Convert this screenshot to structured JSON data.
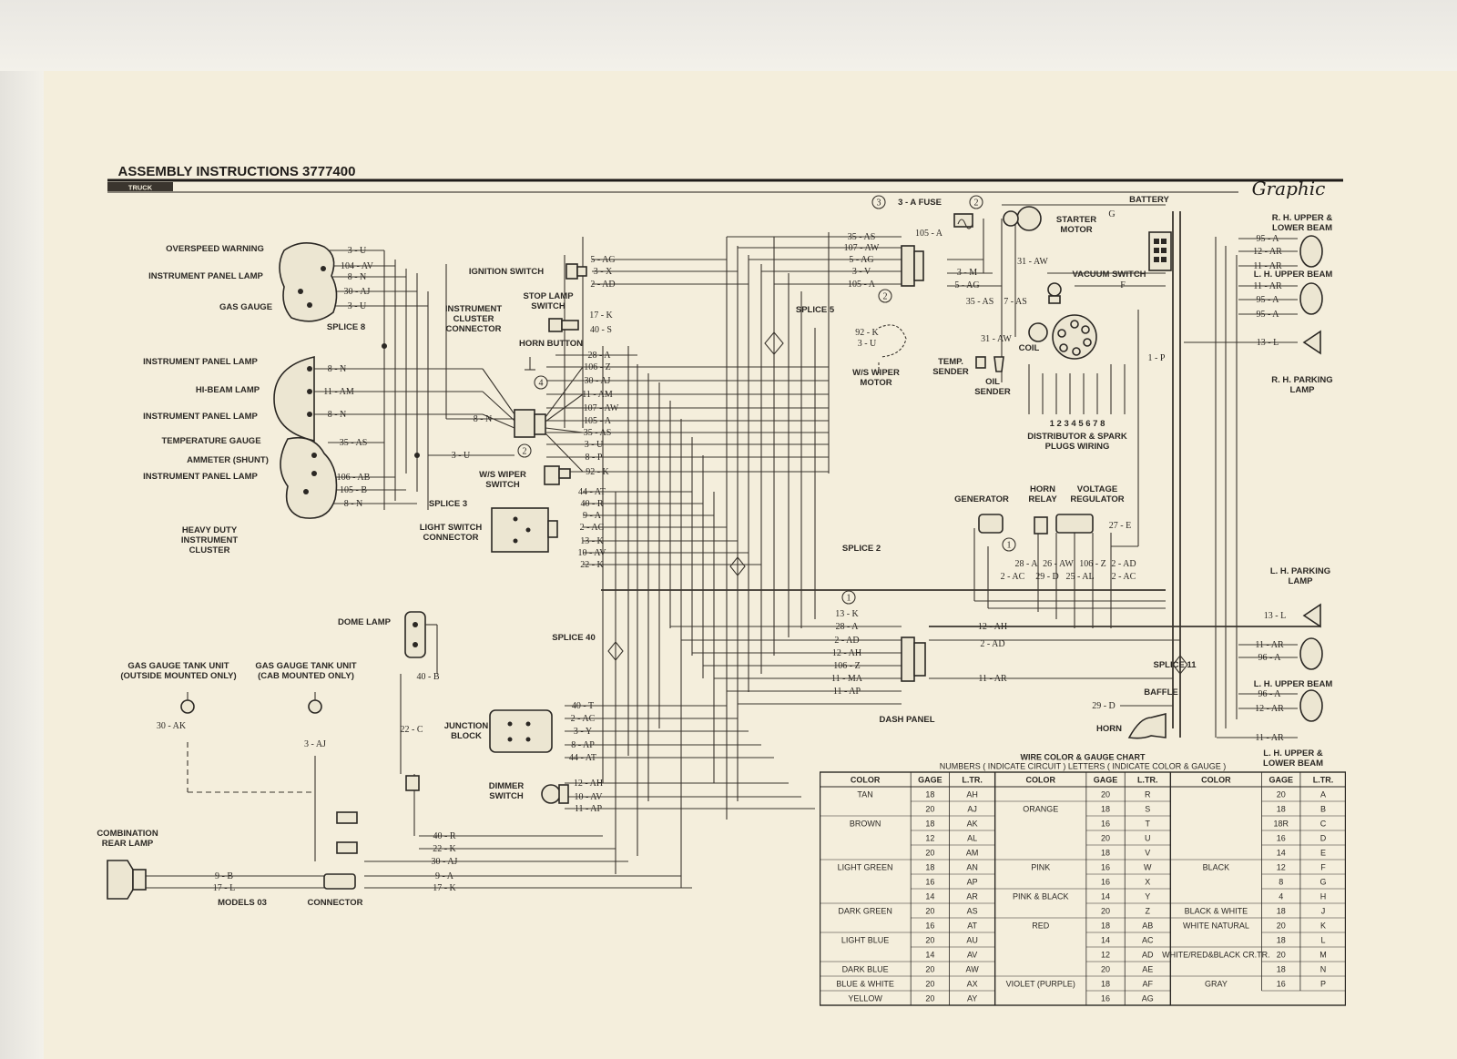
{
  "header": {
    "title": "ASSEMBLY INSTRUCTIONS 3777400",
    "section_tag": "TRUCK",
    "brand_signature": "Graphic"
  },
  "components": {
    "overspeed_warning": "OVERSPEED WARNING",
    "instrument_panel_lamp": "INSTRUMENT PANEL LAMP",
    "gas_gauge": "GAS GAUGE",
    "splice_8": "SPLICE 8",
    "hi_beam_lamp": "HI-BEAM LAMP",
    "temperature_gauge": "TEMPERATURE GAUGE",
    "ammeter_shunt": "AMMETER (SHUNT)",
    "heavy_duty_cluster": [
      "HEAVY DUTY",
      "INSTRUMENT",
      "CLUSTER"
    ],
    "splice_3": "SPLICE 3",
    "ignition_switch": "IGNITION SWITCH",
    "instrument_cluster_connector": [
      "INSTRUMENT",
      "CLUSTER",
      "CONNECTOR"
    ],
    "stop_lamp_switch": [
      "STOP LAMP",
      "SWITCH"
    ],
    "horn_button": "HORN BUTTON",
    "ws_wiper_switch": [
      "W/S WIPER",
      "SWITCH"
    ],
    "light_switch_connector": [
      "LIGHT SWITCH",
      "CONNECTOR"
    ],
    "splice_2": "SPLICE 2",
    "splice_5": "SPLICE 5",
    "ws_wiper_motor": [
      "W/S WIPER",
      "MOTOR"
    ],
    "fuse": "3 - A FUSE",
    "starter_motor": [
      "STARTER",
      "MOTOR"
    ],
    "battery": "BATTERY",
    "vacuum_switch": "VACUUM SWITCH",
    "coil": "COIL",
    "temp_sender": [
      "TEMP.",
      "SENDER"
    ],
    "oil_sender": [
      "OIL",
      "SENDER"
    ],
    "distributor": [
      "DISTRIBUTOR & SPARK",
      "PLUGS WIRING"
    ],
    "distributor_numbers": "1 2 3 4 5 6 7 8",
    "voltage_regulator": [
      "VOLTAGE",
      "REGULATOR"
    ],
    "horn_relay": [
      "HORN",
      "RELAY"
    ],
    "generator": "GENERATOR",
    "rh_upper_lower_beam": [
      "R. H. UPPER &",
      "LOWER BEAM"
    ],
    "lh_upper_beam_top": [
      "L. H. UPPER BEAM"
    ],
    "rh_parking_lamp": [
      "R. H. PARKING",
      "LAMP"
    ],
    "lh_parking_lamp": [
      "L. H. PARKING",
      "LAMP"
    ],
    "splice_11": "SPLICE 11",
    "baffle": "BAFFLE",
    "horn": "HORN",
    "lh_upper_beam_bottom": [
      "L. H. UPPER BEAM"
    ],
    "lh_upper_lower_beam": [
      "L. H. UPPER &",
      "LOWER BEAM"
    ],
    "dash_panel": "DASH PANEL",
    "dome_lamp": "DOME LAMP",
    "splice_40": "SPLICE 40",
    "junction_block": [
      "JUNCTION",
      "BLOCK"
    ],
    "dimmer_switch": [
      "DIMMER",
      "SWITCH"
    ],
    "gas_tank_outside": [
      "GAS GAUGE TANK UNIT",
      "(OUTSIDE MOUNTED ONLY)"
    ],
    "gas_tank_cab": [
      "GAS GAUGE TANK UNIT",
      "(CAB MOUNTED ONLY)"
    ],
    "combination_rear_lamp": [
      "COMBINATION",
      "REAR LAMP"
    ],
    "connector_models": [
      "CONNECTOR",
      "MODELS 03"
    ]
  },
  "wire_labels": {
    "cluster_top": [
      "3 - U",
      "104 - AV",
      "8 - N",
      "30 - AJ",
      "3 - U"
    ],
    "cluster_mid": [
      "8 - N",
      "11 - AM",
      "8 - N"
    ],
    "cluster_bottom": [
      "35 - AS",
      "106 - AB",
      "105 - B",
      "8 - N"
    ],
    "splice3_out": [
      "8 - N",
      "3 - U"
    ],
    "ignition": [
      "5 - AG",
      "3 - X",
      "2 - AD"
    ],
    "stop_lamp": [
      "17 - K",
      "40 - S"
    ],
    "horn_button": [
      "28 - A"
    ],
    "cluster_connector": [
      "106 - Z",
      "30 - AJ",
      "11 - AM",
      "107 - AW",
      "105 - A",
      "35 - AS",
      "3 - U",
      "8 - P",
      "92 - K"
    ],
    "light_switch": [
      "44 - AT",
      "40 - R",
      "9 - A",
      "2 - AC",
      "13 - K",
      "10 - AV",
      "22 - K"
    ],
    "fuse_block": [
      "35 - AS",
      "107 - AW",
      "5 - AG",
      "3 - V",
      "105 - A"
    ],
    "fuse_top": [
      "105 - A"
    ],
    "starter": [
      "3 - M",
      "5 - AG"
    ],
    "wiper_motor": [
      "92 - K",
      "3 - U"
    ],
    "engine_side": [
      "31 - AW",
      "7 - AS",
      "35 - AS",
      "31 - AW"
    ],
    "battery_side": [
      "1 - P",
      "G",
      "F"
    ],
    "regulator": [
      "27 - E",
      "2 - AD",
      "106 - Z",
      "26 - AW",
      "28 - A",
      "2 - AC",
      "25 - AL",
      "29 - D",
      "2 - AC"
    ],
    "dash_connector": [
      "13 - K",
      "28 - A",
      "2 - AD",
      "12 - AH",
      "106 - Z",
      "11 - MA",
      "11 - AP"
    ],
    "dash_right": [
      "12 - AH",
      "2 - AD",
      "11 - AR"
    ],
    "rh_lamp": [
      "95 - A",
      "12 - AR",
      "11 - AR",
      "11 - AR",
      "95 - A",
      "95 - A",
      "13 - L"
    ],
    "lh_lamp": [
      "13 - L",
      "11 - AR",
      "96 - A",
      "96 - A",
      "12 - AR",
      "11 - AR"
    ],
    "horn_wire": [
      "29 - D"
    ],
    "junction": [
      "40 - T",
      "2 - AC",
      "3 - Y",
      "8 - AP",
      "44 - AT"
    ],
    "dimmer": [
      "12 - AH",
      "10 - AV",
      "11 - AP"
    ],
    "rear": [
      "40 - R",
      "22 - K",
      "30 - AJ",
      "9 - A",
      "17 - K"
    ],
    "combination_lamp": [
      "9 - B",
      "17 - L"
    ],
    "dome": [
      "40 - B",
      "22 - C"
    ],
    "tank": [
      "30 - AK",
      "3 - AJ"
    ]
  },
  "markers": [
    "1",
    "2",
    "3",
    "4"
  ],
  "wire_chart": {
    "title": "WIRE COLOR & GAUGE CHART",
    "subtitle": "NUMBERS ( INDICATE CIRCUIT )  LETTERS ( INDICATE COLOR & GAUGE )",
    "headers": [
      "L.TR.",
      "GAGE",
      "COLOR"
    ],
    "group1": [
      [
        "A",
        "20",
        ""
      ],
      [
        "B",
        "18",
        ""
      ],
      [
        "C",
        "18R",
        ""
      ],
      [
        "D",
        "16",
        ""
      ],
      [
        "E",
        "14",
        ""
      ],
      [
        "F",
        "12",
        "BLACK"
      ],
      [
        "G",
        "8",
        ""
      ],
      [
        "H",
        "4",
        ""
      ],
      [
        "J",
        "18",
        "BLACK & WHITE"
      ],
      [
        "K",
        "20",
        "WHITE NATURAL"
      ],
      [
        "L",
        "18",
        ""
      ],
      [
        "M",
        "20",
        "WHITE/RED&BLACK CR.TR."
      ],
      [
        "N",
        "18",
        ""
      ],
      [
        "P",
        "16",
        "GRAY"
      ]
    ],
    "group2": [
      [
        "R",
        "20",
        ""
      ],
      [
        "S",
        "18",
        "ORANGE"
      ],
      [
        "T",
        "16",
        ""
      ],
      [
        "U",
        "20",
        ""
      ],
      [
        "V",
        "18",
        ""
      ],
      [
        "W",
        "16",
        "PINK"
      ],
      [
        "X",
        "16",
        ""
      ],
      [
        "Y",
        "14",
        "PINK & BLACK"
      ],
      [
        "Z",
        "20",
        ""
      ],
      [
        "AB",
        "18",
        "RED"
      ],
      [
        "AC",
        "14",
        ""
      ],
      [
        "AD",
        "12",
        ""
      ],
      [
        "AE",
        "20",
        ""
      ],
      [
        "AF",
        "18",
        "VIOLET (PURPLE)"
      ],
      [
        "AG",
        "16",
        ""
      ]
    ],
    "group3": [
      [
        "AH",
        "18",
        "TAN"
      ],
      [
        "AJ",
        "20",
        ""
      ],
      [
        "AK",
        "18",
        "BROWN"
      ],
      [
        "AL",
        "12",
        ""
      ],
      [
        "AM",
        "20",
        ""
      ],
      [
        "AN",
        "18",
        "LIGHT GREEN"
      ],
      [
        "AP",
        "16",
        ""
      ],
      [
        "AR",
        "14",
        ""
      ],
      [
        "AS",
        "20",
        "DARK GREEN"
      ],
      [
        "AT",
        "16",
        ""
      ],
      [
        "AU",
        "20",
        "LIGHT BLUE"
      ],
      [
        "AV",
        "14",
        ""
      ],
      [
        "AW",
        "20",
        "DARK BLUE"
      ],
      [
        "AX",
        "20",
        "BLUE & WHITE"
      ],
      [
        "AY",
        "20",
        "YELLOW"
      ]
    ]
  }
}
